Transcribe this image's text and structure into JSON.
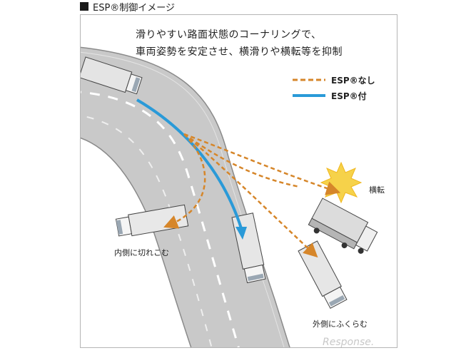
{
  "header": {
    "title": "ESP®制御イメージ"
  },
  "caption": {
    "line1": "滑りやすい路面状態のコーナリングで、",
    "line2": "車両姿勢を安定させ、横滑りや横転等を抑制"
  },
  "legend": {
    "without_esp": "ESP®なし",
    "with_esp": "ESP®付",
    "without_color": "#d6862a",
    "with_color": "#2a9ad8"
  },
  "labels": {
    "rollover": "横転",
    "understeer_in": "内側に切れこむ",
    "drift_out": "外側にふくらむ"
  },
  "watermark": "Response."
}
